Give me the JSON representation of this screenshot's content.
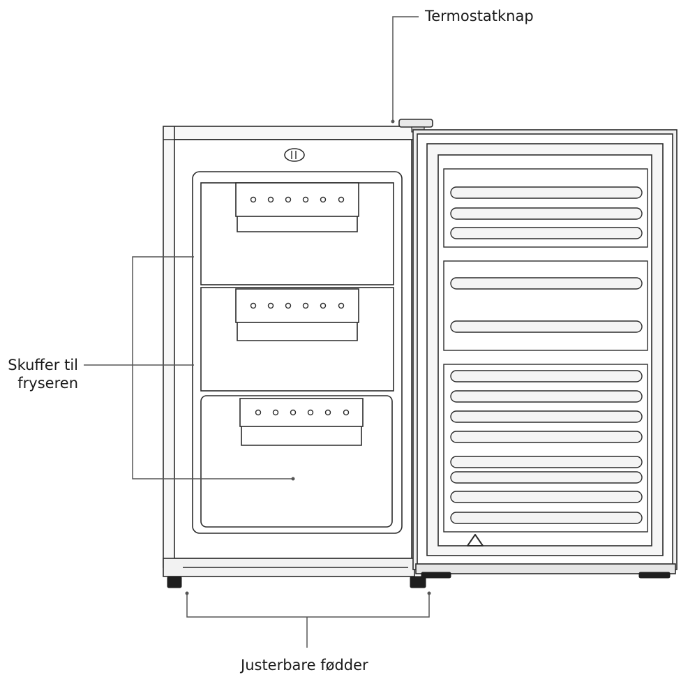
{
  "labels": {
    "thermostat": "Termostatknap",
    "drawers_line1": "Skuffer til",
    "drawers_line2": "fryseren",
    "feet": "Justerbare fødder"
  },
  "counts": {
    "drawers": 3,
    "indicator_dots_per_drawer": 6
  },
  "colors": {
    "line": "#2b2b2b",
    "leader": "#555555",
    "panel_fill": "#ffffff",
    "frame_fill": "#f2f2f2",
    "foot_fill": "#1e1e1e"
  }
}
